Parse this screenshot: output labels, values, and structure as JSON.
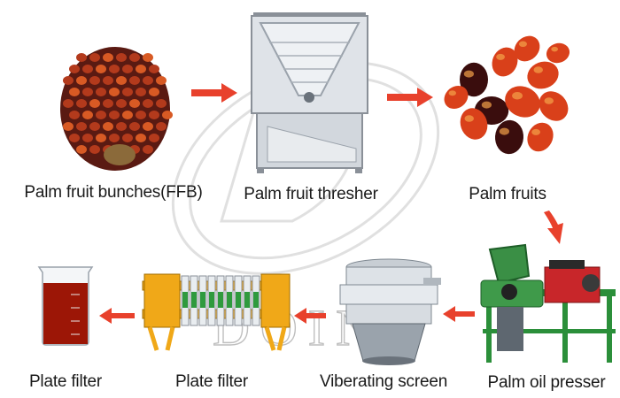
{
  "steps": [
    {
      "label": "Palm fruit bunches(FFB)"
    },
    {
      "label": "Palm fruit thresher"
    },
    {
      "label": "Palm fruits"
    },
    {
      "label": "Palm oil presser"
    },
    {
      "label": "Viberating screen"
    },
    {
      "label": "Plate filter"
    },
    {
      "label": "Plate filter"
    }
  ],
  "watermark": {
    "text": "DOING"
  },
  "colors": {
    "arrow": "#e8412c",
    "frame": "#f0a818",
    "fruit": "#d9401a"
  }
}
